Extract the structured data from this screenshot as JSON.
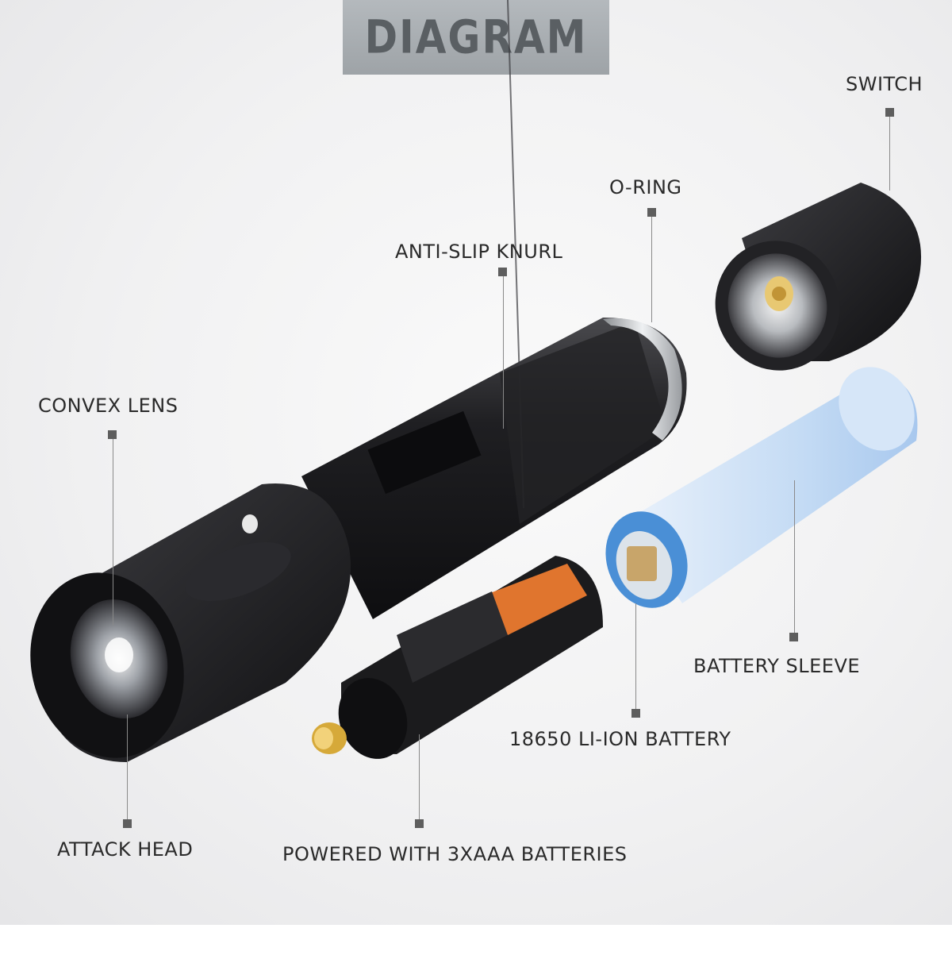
{
  "title": "DIAGRAM",
  "labels": {
    "switch": "SWITCH",
    "o_ring": "O-RING",
    "anti_slip_knurl": "ANTI-SLIP KNURL",
    "convex_lens": "CONVEX LENS",
    "battery_sleeve": "BATTERY SLEEVE",
    "li_ion_battery": "18650 LI-ION BATTERY",
    "attack_head": "ATTACK HEAD",
    "aaa_batteries": "POWERED WITH 3XAAA BATTERIES"
  },
  "colors": {
    "body": "#1c1c1e",
    "sleeve": "#b6d3f2",
    "sleeve_ring": "#4a8fd6",
    "aaa_orange": "#e0752e",
    "brass": "#d6a939"
  }
}
